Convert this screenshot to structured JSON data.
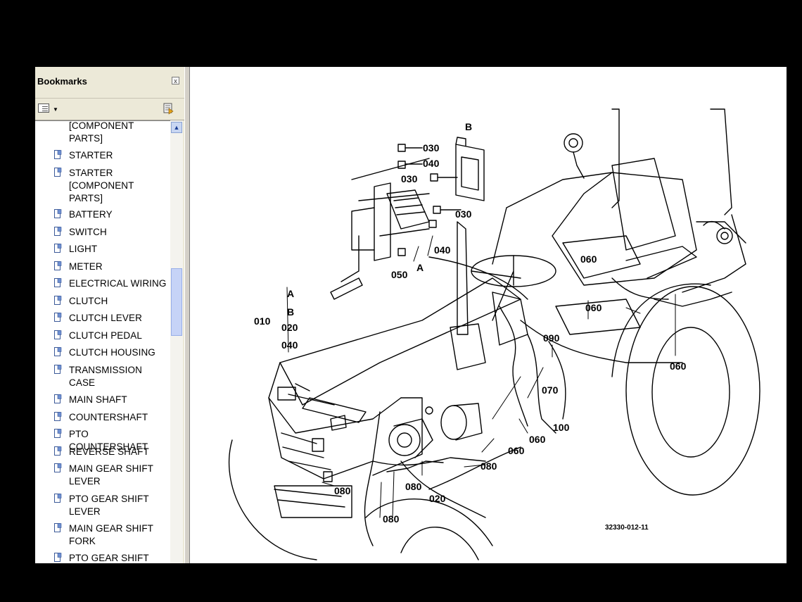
{
  "sidebar": {
    "title": "Bookmarks",
    "close_glyph": "x",
    "options_icon": "options-menu-icon",
    "expand_icon": "expand-bookmark-icon",
    "items": [
      {
        "label": "[COMPONENT\nPARTS]",
        "has_icon": false
      },
      {
        "label": "STARTER"
      },
      {
        "label": "STARTER\n[COMPONENT\nPARTS]"
      },
      {
        "label": "BATTERY"
      },
      {
        "label": "SWITCH"
      },
      {
        "label": "LIGHT"
      },
      {
        "label": "METER"
      },
      {
        "label": "ELECTRICAL WIRING"
      },
      {
        "label": "CLUTCH"
      },
      {
        "label": "CLUTCH LEVER"
      },
      {
        "label": "CLUTCH PEDAL"
      },
      {
        "label": "CLUTCH HOUSING"
      },
      {
        "label": "TRANSMISSION\nCASE"
      },
      {
        "label": "MAIN SHAFT"
      },
      {
        "label": "COUNTERSHAFT"
      },
      {
        "label": "PTO COUNTERSHAFT"
      },
      {
        "label": "REVERSE SHAFT"
      },
      {
        "label": "MAIN GEAR SHIFT\nLEVER"
      },
      {
        "label": "PTO GEAR SHIFT\nLEVER"
      },
      {
        "label": "MAIN GEAR SHIFT\nFORK"
      },
      {
        "label": "PTO GEAR SHIFT"
      }
    ]
  },
  "diagram": {
    "callouts": {
      "c_030a": "030",
      "c_040a": "040",
      "c_030b": "030",
      "c_030c": "030",
      "c_040b": "040",
      "c_050": "050",
      "c_A1": "A",
      "c_B1": "B",
      "c_010": "010",
      "c_A2": "A",
      "c_B2": "B",
      "c_020a": "020",
      "c_040c": "040",
      "c_060a": "060",
      "c_060b": "060",
      "c_060c": "060",
      "c_060d": "060",
      "c_060e": "060",
      "c_090": "090",
      "c_070": "070",
      "c_100": "100",
      "c_080a": "080",
      "c_080b": "080",
      "c_080c": "080",
      "c_080d": "080",
      "c_020b": "020"
    },
    "figure_id": "32330-012-11"
  },
  "colors": {
    "chrome": "#ece9d8",
    "accent": "#c6d3f7",
    "background": "#000000"
  }
}
